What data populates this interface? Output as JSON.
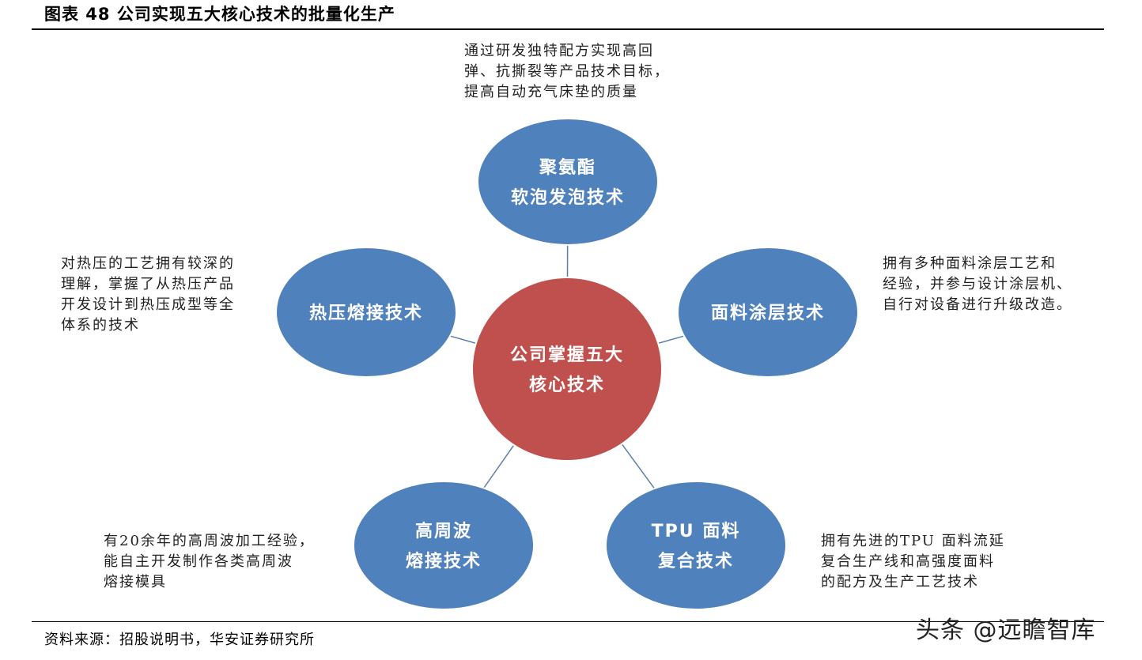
{
  "figure": {
    "title": "图表 48 公司实现五大核心技术的批量化生产",
    "source": "资料来源：招股说明书，华安证券研究所",
    "watermark": "头条 @远瞻智库"
  },
  "colors": {
    "center_fill": "#c0504d",
    "node_fill": "#4f81bd",
    "node_stroke": "#ffffff",
    "connector": "#5a7fae"
  },
  "center": {
    "lines": [
      "公司掌握五大",
      "核心技术"
    ]
  },
  "nodes": [
    {
      "id": "top",
      "lines": [
        "聚氨酯",
        "软泡发泡技术"
      ],
      "annotation": [
        "通过研发独特配方实现高回",
        "弹、抗撕裂等产品技术目标，",
        "提高自动充气床垫的质量"
      ]
    },
    {
      "id": "left",
      "lines": [
        "热压熔接技术"
      ],
      "annotation": [
        "对热压的工艺拥有较深的",
        "理解，掌握了从热压产品",
        "开发设计到热压成型等全",
        "体系的技术"
      ]
    },
    {
      "id": "right",
      "lines": [
        "面料涂层技术"
      ],
      "annotation": [
        "拥有多种面料涂层工艺和",
        "经验，并参与设计涂层机、",
        "自行对设备进行升级改造。"
      ]
    },
    {
      "id": "bottom-left",
      "lines": [
        "高周波",
        "熔接技术"
      ],
      "annotation": [
        "有20余年的高周波加工经验，",
        "能自主开发制作各类高周波",
        "熔接模具"
      ]
    },
    {
      "id": "bottom-right",
      "lines": [
        "TPU 面料",
        "复合技术"
      ],
      "annotation": [
        "拥有先进的TPU 面料流延",
        "复合生产线和高强度面料",
        "的配方及生产工艺技术"
      ]
    }
  ]
}
